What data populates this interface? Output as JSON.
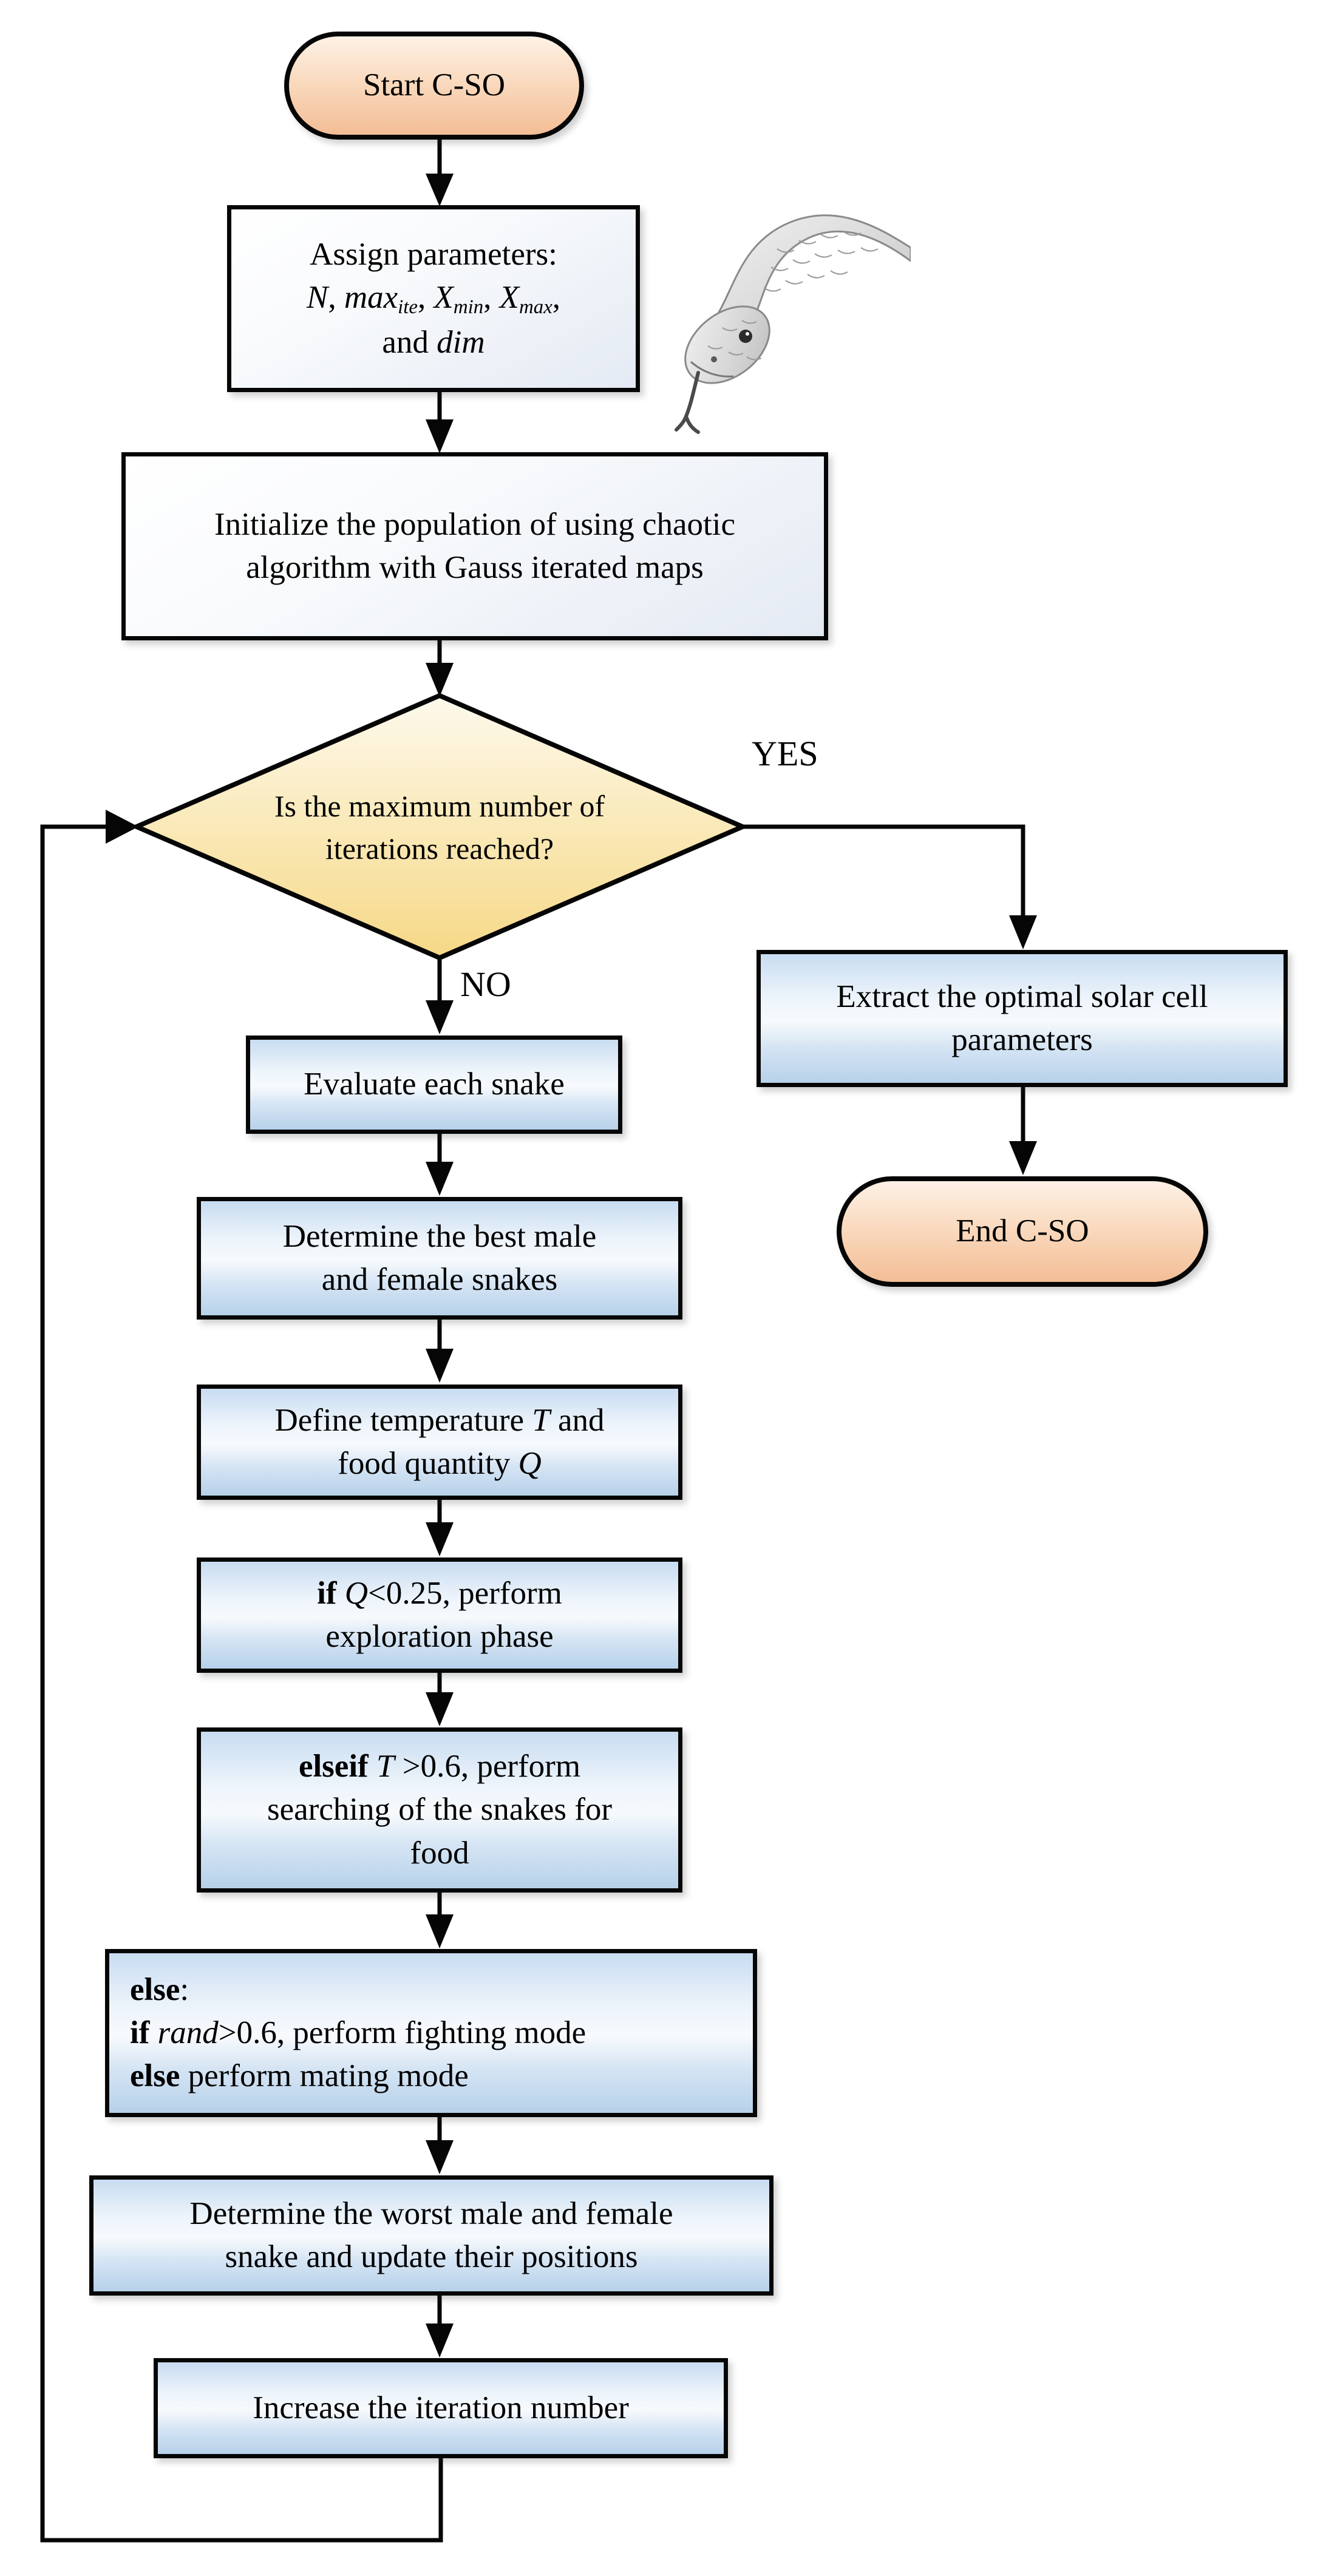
{
  "flowchart": {
    "title": "C-SO algorithm flowchart",
    "palette": {
      "terminator_fill_top": "#fdf1e6",
      "terminator_fill_bottom": "#f3bd95",
      "process_fill_top": "#c8dcf1",
      "process_fill_bottom": "#b7d1ea",
      "setup_fill": "#e4eaf4",
      "decision_fill_top": "#fdf8e8",
      "decision_fill_bottom": "#f6d887",
      "line_color": "#060606"
    },
    "illustration": "snake-head-pencil-drawing",
    "labels": {
      "yes": "YES",
      "no": "NO"
    },
    "nodes": {
      "start": {
        "lines": [
          [
            {
              "t": "Start C-SO"
            }
          ]
        ]
      },
      "assign": {
        "lines": [
          [
            {
              "t": "Assign parameters:"
            }
          ],
          [
            {
              "t": "N",
              "i": true
            },
            {
              "t": ", "
            },
            {
              "t": "max",
              "i": true
            },
            {
              "t": "ite",
              "i": true,
              "sub": true
            },
            {
              "t": ", "
            },
            {
              "t": "X",
              "i": true
            },
            {
              "t": "min",
              "i": true,
              "sub": true
            },
            {
              "t": ", "
            },
            {
              "t": "X",
              "i": true
            },
            {
              "t": "max",
              "i": true,
              "sub": true
            },
            {
              "t": ","
            }
          ],
          [
            {
              "t": "and "
            },
            {
              "t": "dim",
              "i": true
            }
          ]
        ]
      },
      "initialize": {
        "lines": [
          [
            {
              "t": "Initialize the population of  using chaotic"
            }
          ],
          [
            {
              "t": "algorithm with Gauss iterated maps"
            }
          ]
        ]
      },
      "decision": {
        "lines": [
          [
            {
              "t": "Is the maximum number of"
            }
          ],
          [
            {
              "t": "iterations reached?"
            }
          ]
        ]
      },
      "evaluate": {
        "lines": [
          [
            {
              "t": "Evaluate each snake"
            }
          ]
        ]
      },
      "best": {
        "lines": [
          [
            {
              "t": "Determine the best male"
            }
          ],
          [
            {
              "t": "and female snakes"
            }
          ]
        ]
      },
      "define": {
        "lines": [
          [
            {
              "t": "Define temperature "
            },
            {
              "t": "T",
              "i": true
            },
            {
              "t": " and"
            }
          ],
          [
            {
              "t": "food quantity "
            },
            {
              "t": "Q",
              "i": true
            }
          ]
        ]
      },
      "if_q": {
        "lines": [
          [
            {
              "t": "if ",
              "b": true
            },
            {
              "t": "Q",
              "i": true
            },
            {
              "t": "<0.25, perform"
            }
          ],
          [
            {
              "t": "exploration phase"
            }
          ]
        ]
      },
      "elseif_t": {
        "lines": [
          [
            {
              "t": "elseif ",
              "b": true
            },
            {
              "t": "T",
              "i": true
            },
            {
              "t": " >0.6, perform"
            }
          ],
          [
            {
              "t": "searching of the snakes for"
            }
          ],
          [
            {
              "t": "food"
            }
          ]
        ]
      },
      "else_mode": {
        "lines": [
          [
            {
              "t": "else",
              "b": true
            },
            {
              "t": ":"
            }
          ],
          [
            {
              "t": "if ",
              "b": true
            },
            {
              "t": "rand",
              "i": true
            },
            {
              "t": ">0.6, perform fighting mode"
            }
          ],
          [
            {
              "t": "else",
              "b": true
            },
            {
              "t": " perform mating mode"
            }
          ]
        ]
      },
      "worst": {
        "lines": [
          [
            {
              "t": "Determine the worst male and female"
            }
          ],
          [
            {
              "t": "snake and update their positions"
            }
          ]
        ]
      },
      "increase": {
        "lines": [
          [
            {
              "t": "Increase the iteration number"
            }
          ]
        ]
      },
      "extract": {
        "lines": [
          [
            {
              "t": "Extract the optimal solar cell"
            }
          ],
          [
            {
              "t": "parameters"
            }
          ]
        ]
      },
      "end": {
        "lines": [
          [
            {
              "t": "End C-SO"
            }
          ]
        ]
      }
    }
  }
}
